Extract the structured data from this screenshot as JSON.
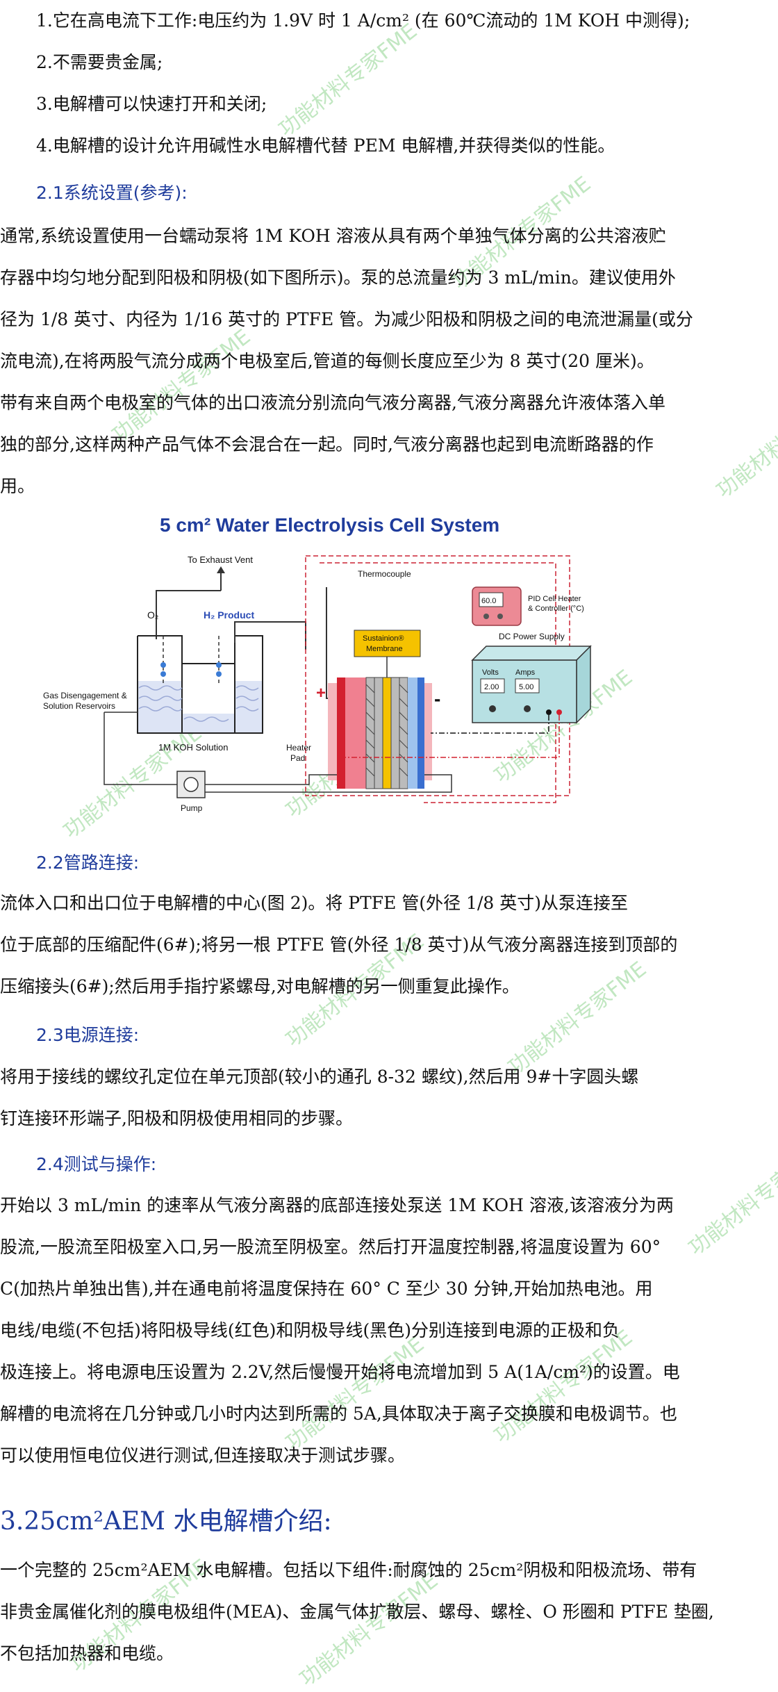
{
  "list_items": [
    "1.它在高电流下工作:电压约为 1.9V 时 1 A/cm² (在 60℃流动的 1M KOH 中测得);",
    "2.不需要贵金属;",
    "3.电解槽可以快速打开和关闭;",
    "4.电解槽的设计允许用碱性水电解槽代替 PEM 电解槽,并获得类似的性能。"
  ],
  "sec21": {
    "heading": "2.1系统设置(参考):",
    "lines": [
      "    通常,系统设置使用一台蠕动泵将 1M KOH 溶液从具有两个单独气体分离的公共溶液贮",
      "存器中均匀地分配到阳极和阴极(如下图所示)。泵的总流量约为 3 mL/min。建议使用外",
      "径为 1/8 英寸、内径为 1/16 英寸的 PTFE 管。为减少阳极和阴极之间的电流泄漏量(或分",
      "流电流),在将两股气流分成两个电极室后,管道的每侧长度应至少为 8 英寸(20 厘米)。",
      "带有来自两个电极室的气体的出口液流分别流向气液分离器,气液分离器允许液体落入单",
      "独的部分,这样两种产品气体不会混合在一起。同时,气液分离器也起到电流断路器的作",
      "用。"
    ]
  },
  "figure": {
    "title": "5 cm² Water Electrolysis Cell System",
    "to_exhaust": "To Exhaust Vent",
    "o2": "O₂",
    "h2": "H₂ Product",
    "thermocouple": "Thermocouple",
    "pid": "PID Cell Heater",
    "pid2": "& Controller (°C)",
    "pid_value": "60.0",
    "membrane1": "Sustainion®",
    "membrane2": "Membrane",
    "dc": "DC Power Supply",
    "volts": "Volts",
    "amps": "Amps",
    "volts_val": "2.00",
    "amps_val": "5.00",
    "gas1": "Gas Disengagement &",
    "gas2": "Solution Reservoirs",
    "koh": "1M KOH Solution",
    "heater1": "Heater",
    "heater2": "Pad",
    "pump": "Pump",
    "plus": "+",
    "minus": "-"
  },
  "sec22": {
    "heading": "2.2管路连接:",
    "lines": [
      "    流体入口和出口位于电解槽的中心(图 2)。将 PTFE 管(外径 1/8 英寸)从泵连接至",
      "位于底部的压缩配件(6#);将另一根 PTFE 管(外径 1/8 英寸)从气液分离器连接到顶部的",
      "压缩接头(6#);然后用手指拧紧螺母,对电解槽的另一侧重复此操作。"
    ]
  },
  "sec23": {
    "heading": "2.3电源连接:",
    "lines": [
      "    将用于接线的螺纹孔定位在单元顶部(较小的通孔 8-32 螺纹),然后用 9#十字圆头螺",
      "钉连接环形端子,阳极和阴极使用相同的步骤。"
    ]
  },
  "sec24": {
    "heading": "2.4测试与操作:",
    "lines": [
      "    开始以 3 mL/min 的速率从气液分离器的底部连接处泵送 1M KOH 溶液,该溶液分为两",
      "股流,一股流至阳极室入口,另一股流至阴极室。然后打开温度控制器,将温度设置为 60°",
      "C(加热片单独出售),并在通电前将温度保持在 60° C 至少 30 分钟,开始加热电池。用",
      "电线/电缆(不包括)将阳极导线(红色)和阴极导线(黑色)分别连接到电源的正极和负",
      "极连接上。将电源电压设置为 2.2V,然后慢慢开始将电流增加到 5 A(1A/cm²)的设置。电",
      "解槽的电流将在几分钟或几小时内达到所需的 5A,具体取决于离子交换膜和电极调节。也",
      "可以使用恒电位仪进行测试,但连接取决于测试步骤。"
    ]
  },
  "sec3": {
    "heading": "3.25cm²AEM 水电解槽介绍:",
    "lines": [
      "    一个完整的 25cm²AEM 水电解槽。包括以下组件:耐腐蚀的 25cm²阴极和阳极流场、带有",
      "非贵金属催化剂的膜电极组件(MEA)、金属气体扩散层、螺母、螺栓、O 形圈和 PTFE 垫圈,",
      "不包括加热器和电缆。"
    ]
  },
  "watermark": "功能材料专家FME"
}
